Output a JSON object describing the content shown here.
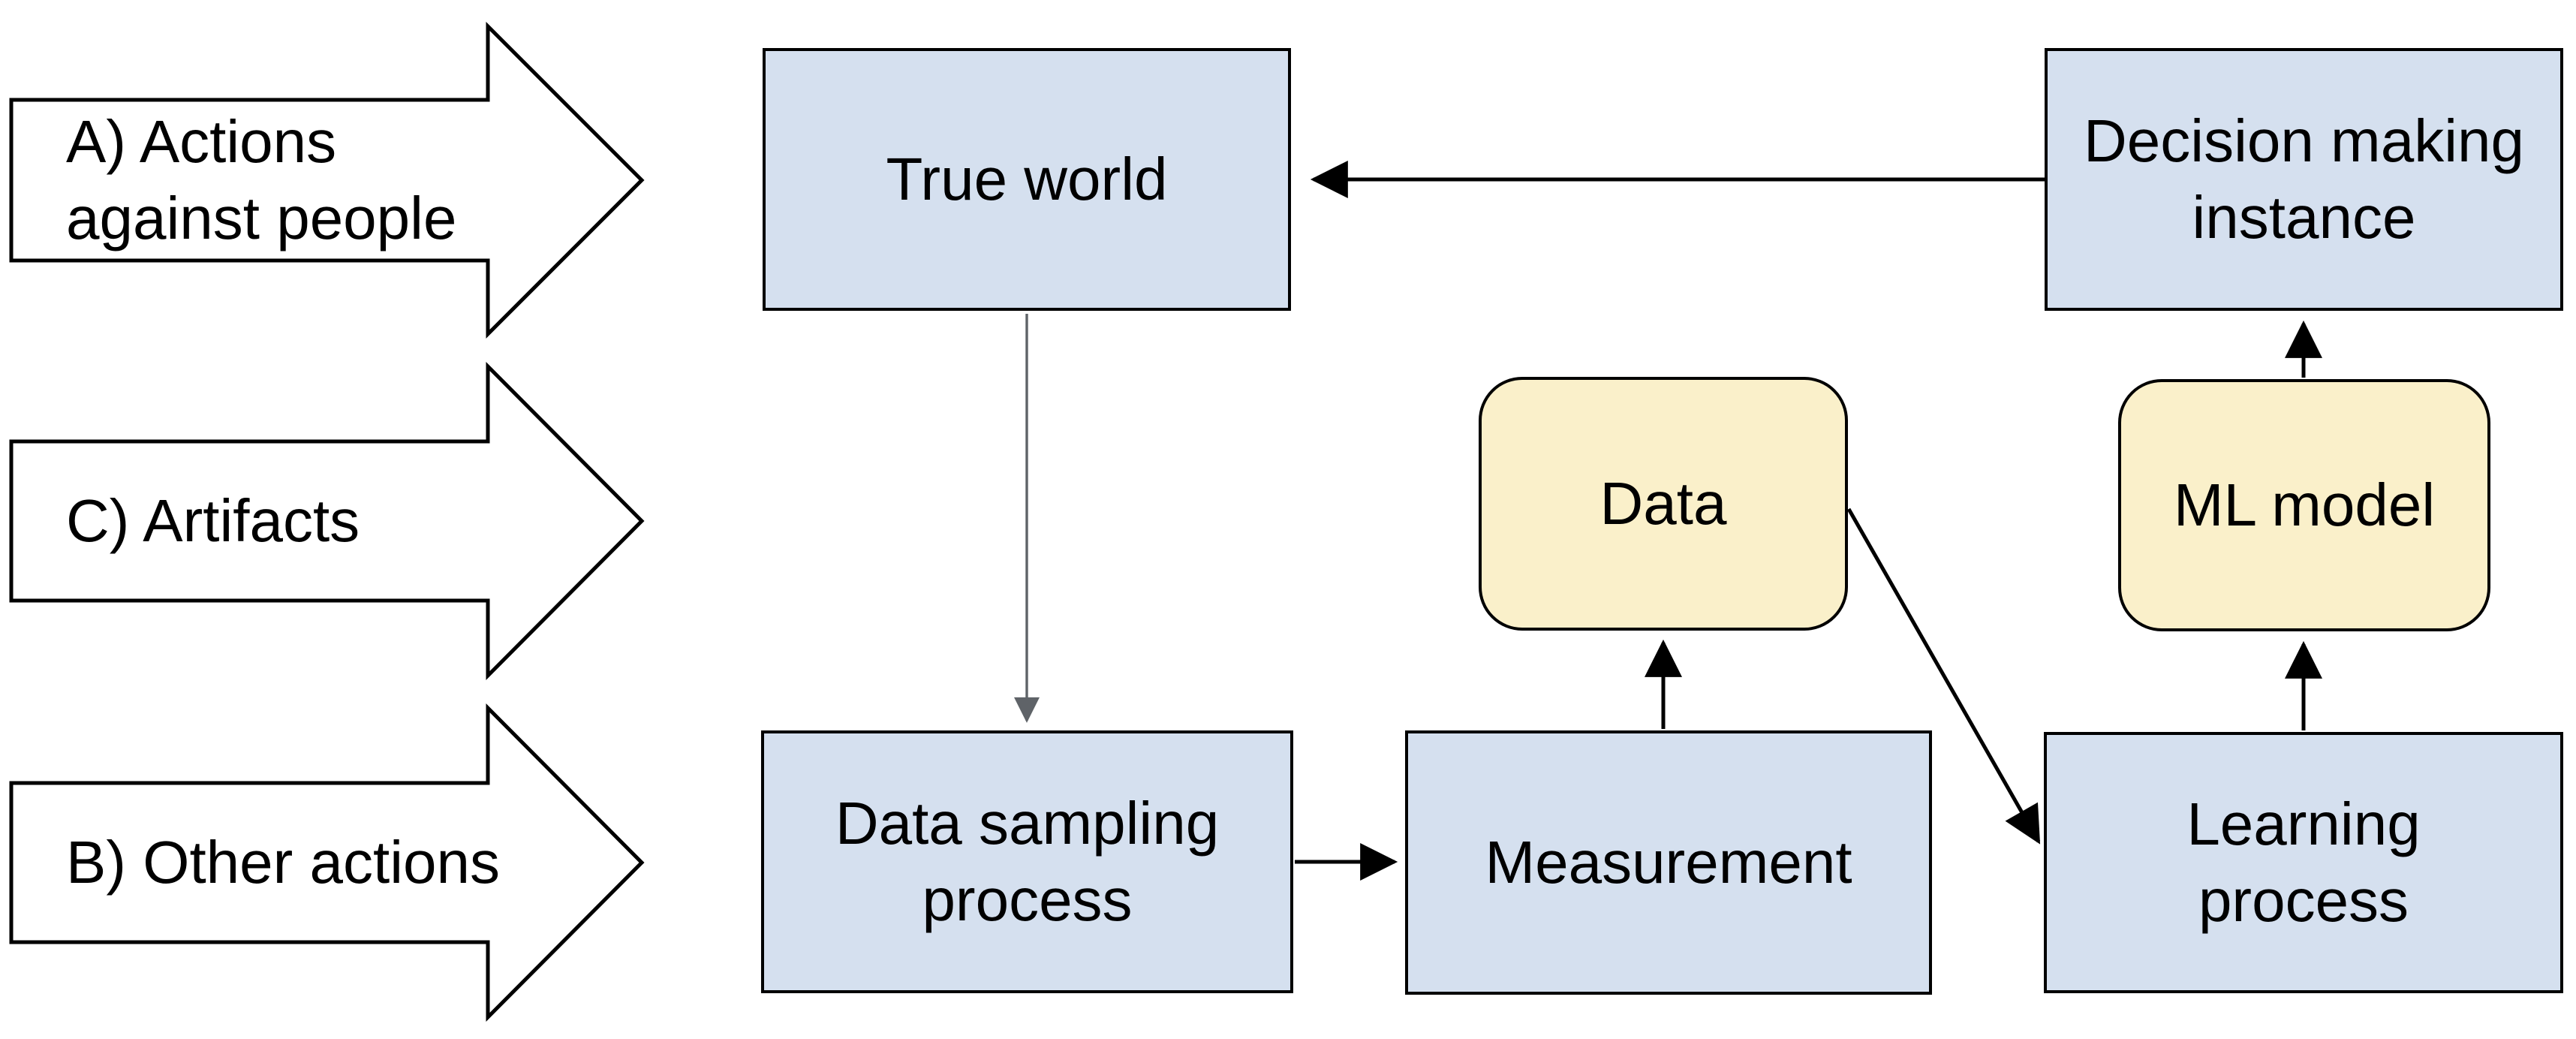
{
  "colors": {
    "node_blue_fill": "#d5e0ef",
    "node_yellow_fill": "#faf0ca",
    "node_border": "#000000",
    "connector_black": "#000000",
    "connector_gray": "#5f6368",
    "background": "#ffffff",
    "side_arrow_fill": "#ffffff"
  },
  "side_arrows": [
    {
      "id": "A",
      "label": "A) Actions\nagainst people"
    },
    {
      "id": "C",
      "label": "C) Artifacts"
    },
    {
      "id": "B",
      "label": "B) Other actions"
    }
  ],
  "nodes": [
    {
      "id": "true-world",
      "label": "True world",
      "shape": "rect",
      "fill": "blue"
    },
    {
      "id": "decision-making-instance",
      "label": "Decision making\ninstance",
      "shape": "rect",
      "fill": "blue"
    },
    {
      "id": "data",
      "label": "Data",
      "shape": "rounded",
      "fill": "yellow"
    },
    {
      "id": "ml-model",
      "label": "ML model",
      "shape": "rounded",
      "fill": "yellow"
    },
    {
      "id": "data-sampling-process",
      "label": "Data sampling\nprocess",
      "shape": "rect",
      "fill": "blue"
    },
    {
      "id": "measurement",
      "label": "Measurement",
      "shape": "rect",
      "fill": "blue"
    },
    {
      "id": "learning-process",
      "label": "Learning\nprocess",
      "shape": "rect",
      "fill": "blue"
    }
  ],
  "edges": [
    {
      "from": "decision-making-instance",
      "to": "true-world",
      "style": "solid-black"
    },
    {
      "from": "true-world",
      "to": "data-sampling-process",
      "style": "thin-gray"
    },
    {
      "from": "data-sampling-process",
      "to": "measurement",
      "style": "solid-black"
    },
    {
      "from": "measurement",
      "to": "data",
      "style": "solid-black"
    },
    {
      "from": "data",
      "to": "learning-process",
      "style": "solid-black"
    },
    {
      "from": "learning-process",
      "to": "ml-model",
      "style": "solid-black"
    },
    {
      "from": "ml-model",
      "to": "decision-making-instance",
      "style": "solid-black"
    }
  ]
}
